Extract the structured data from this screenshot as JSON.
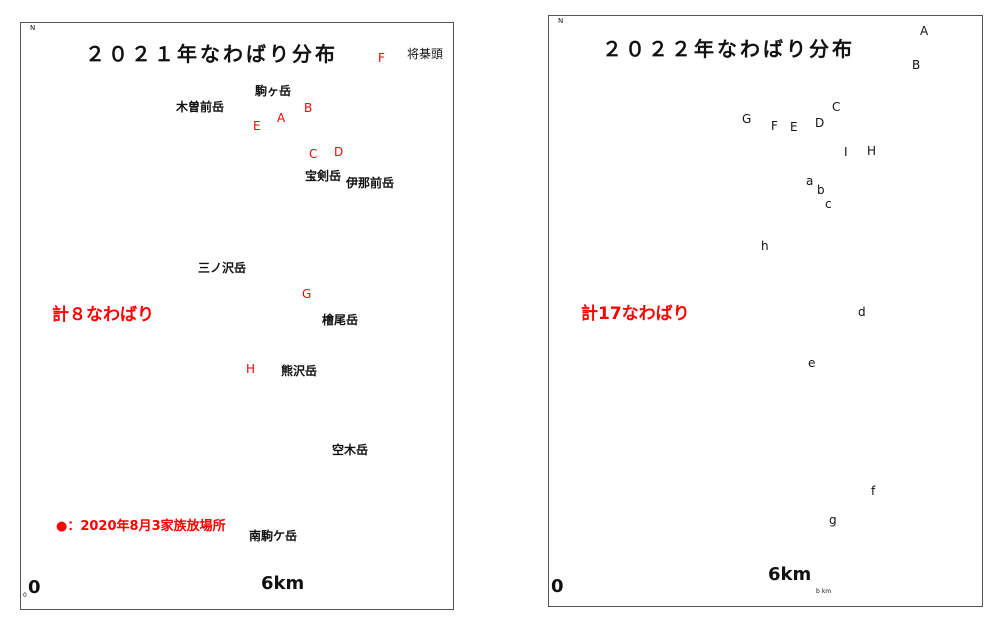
{
  "map_2021": {
    "north_label": "N",
    "title": "２０２１年なわばり分布",
    "total": "計８なわばり",
    "release_legend": "●：2020年8月3家族放場所",
    "peaks": [
      "将棊頭",
      "駒ヶ岳",
      "木曽前岳",
      "宝剣岳",
      "伊那前岳",
      "三ノ沢岳",
      "檜尾岳",
      "熊沢岳",
      "空木岳",
      "南駒ケ岳"
    ],
    "territories": [
      "A",
      "B",
      "C",
      "D",
      "E",
      "F",
      "G",
      "H"
    ],
    "scale": {
      "start": "0",
      "end": "6km",
      "small_start": "0"
    },
    "colors": {
      "territory": "#ff0000",
      "contour": "#777777",
      "peak": "#000000"
    }
  },
  "map_2022": {
    "north_label": "N",
    "title": "２０２２年なわばり分布",
    "total": "計17なわばり",
    "territories": [
      "A",
      "B",
      "C",
      "D",
      "E",
      "F",
      "G",
      "H",
      "I",
      "a",
      "b",
      "c",
      "d",
      "e",
      "f",
      "g",
      "h"
    ],
    "scale": {
      "start": "0",
      "end": "6km",
      "small_end": "b km"
    },
    "colors": {
      "territory": "#ff0000",
      "contour": "#777777",
      "peak": "#000000"
    }
  }
}
